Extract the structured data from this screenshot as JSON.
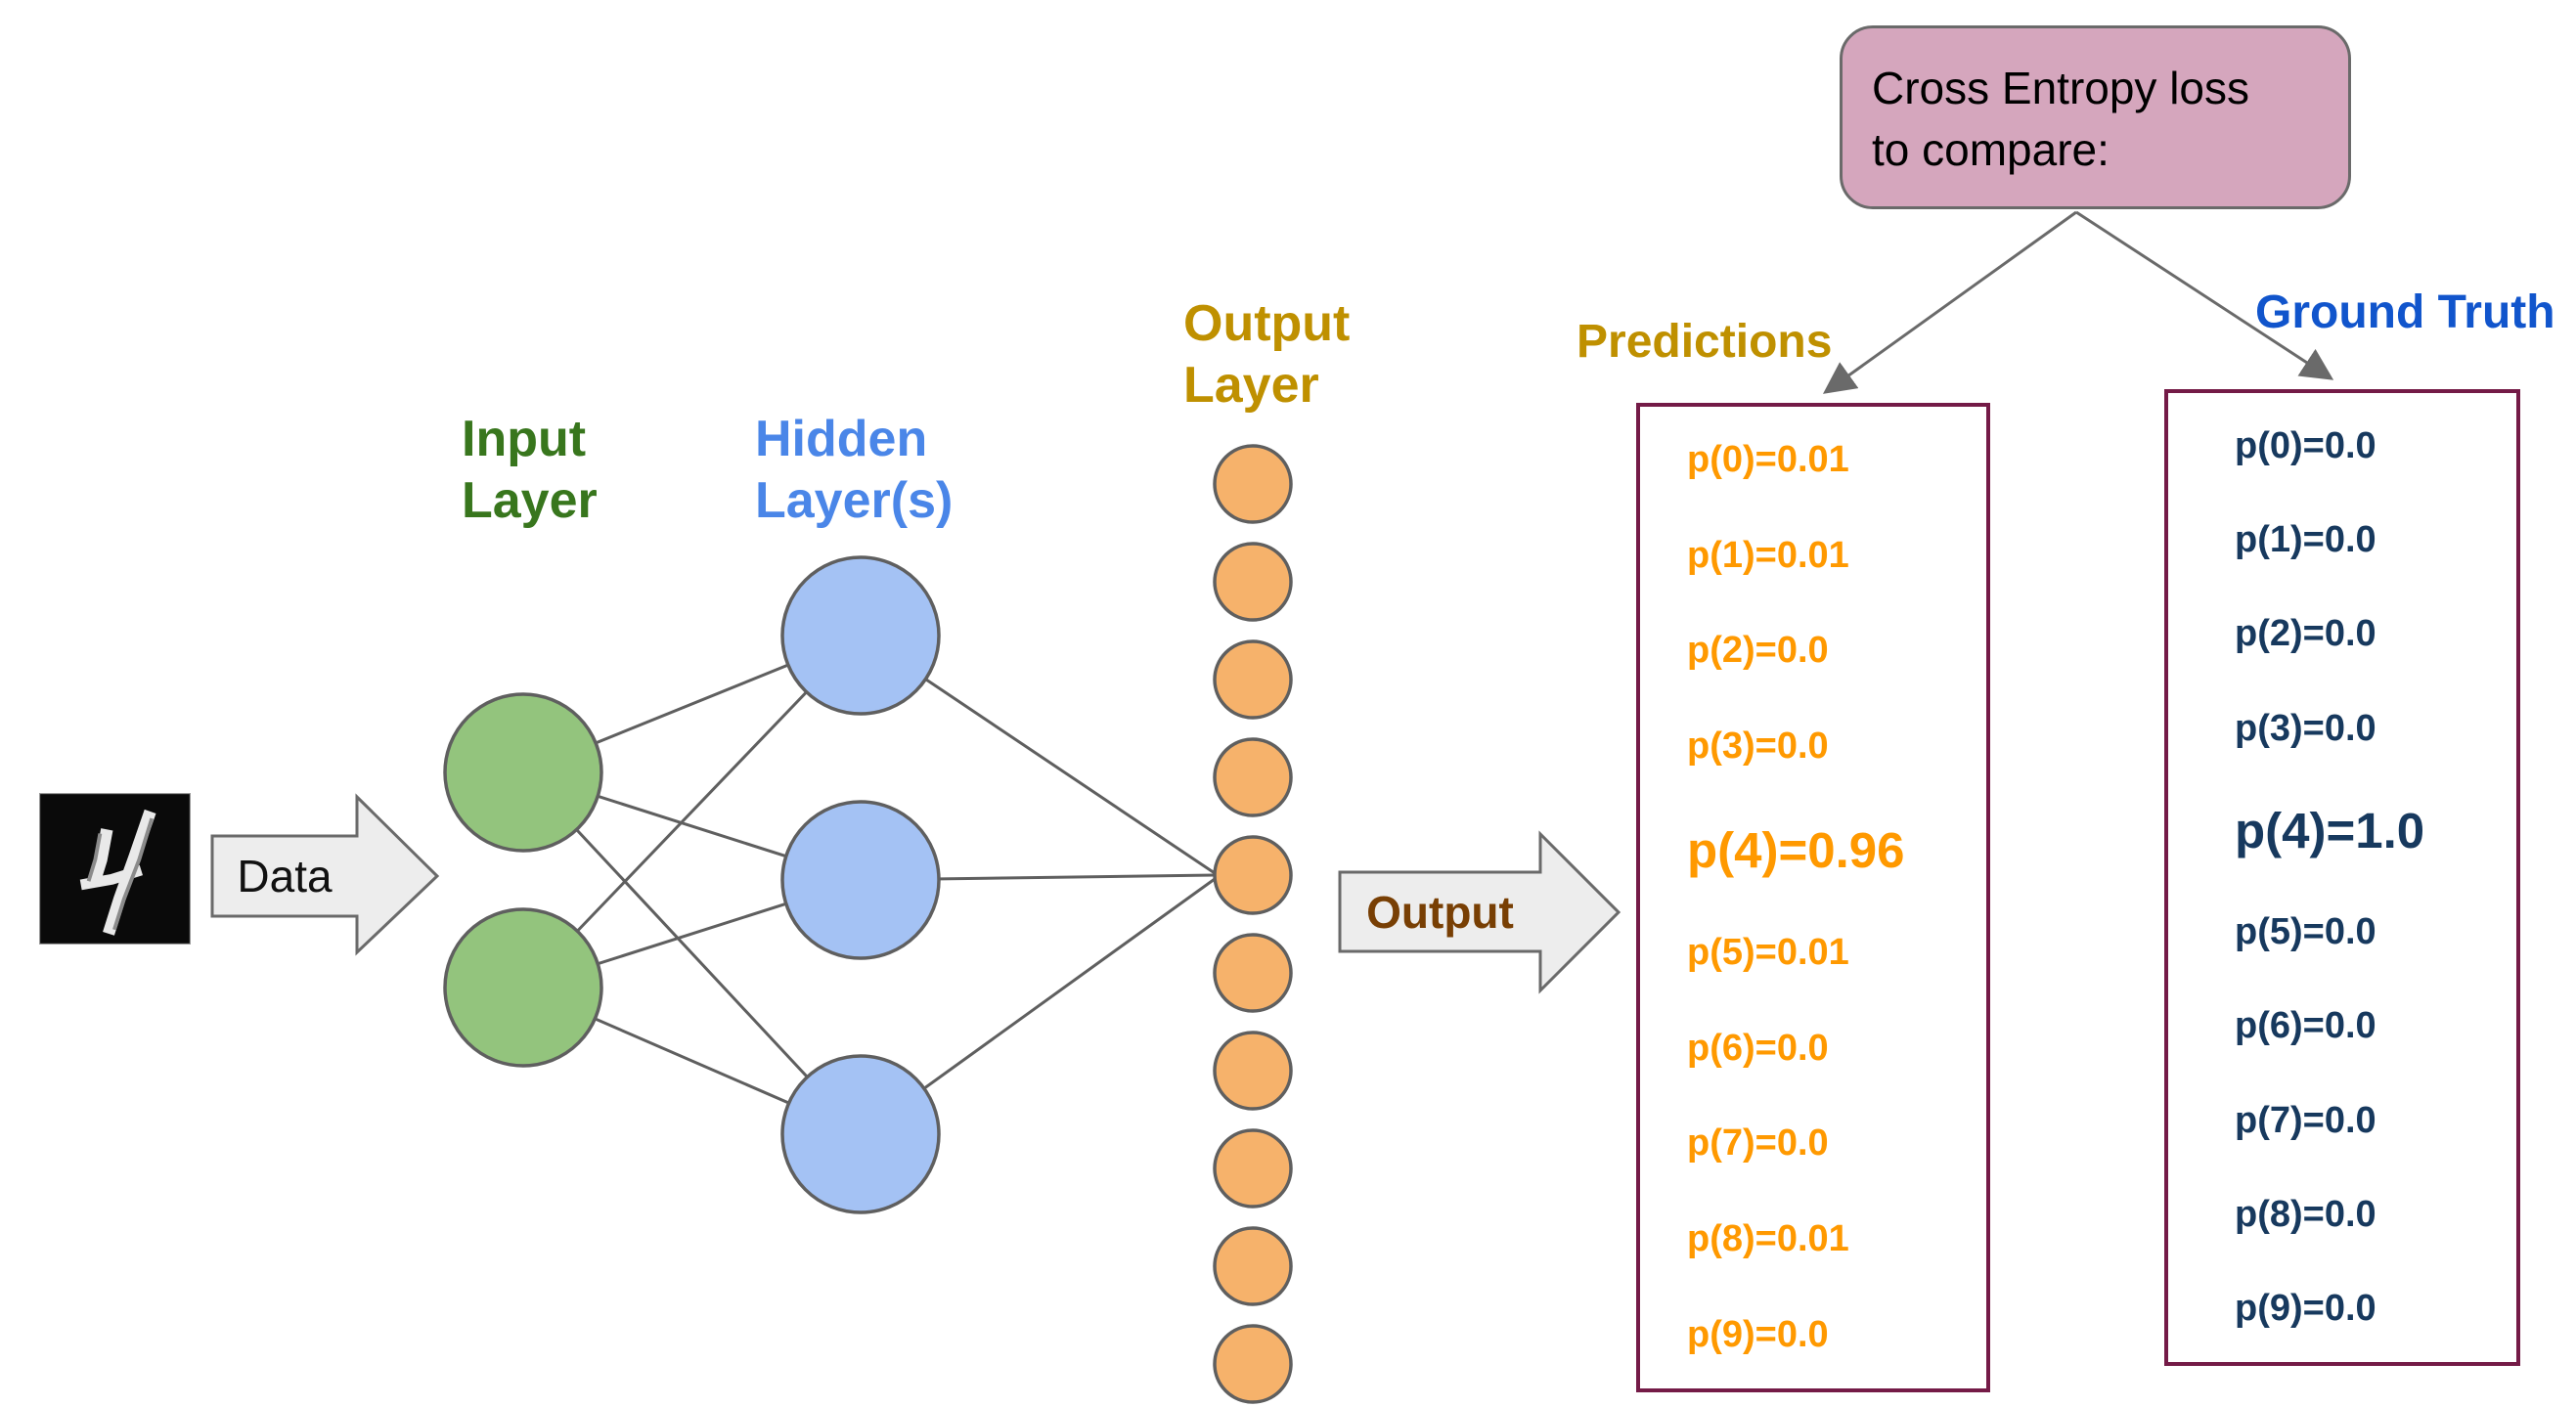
{
  "colors": {
    "green_fill": "#93c47d",
    "blue_fill": "#a4c2f4",
    "orange_fill": "#f6b26b",
    "node_stroke": "#5f5f5f",
    "line": "#5f5f5f",
    "green_text": "#38761d",
    "blue_text": "#4a86e8",
    "gold_text": "#bf9000",
    "orange_text": "#ff9900",
    "navy_text": "#17395e",
    "gt_title": "#1155cc",
    "maroon": "#741b47",
    "pink": "#d5a6bd",
    "brown": "#783f04",
    "arrow_fill": "#ededed",
    "arrow_stroke": "#6a6a6a"
  },
  "input_image": {
    "description": "handwritten digit 4 (MNIST-style, white on black)"
  },
  "labels": {
    "data_arrow": "Data",
    "output_arrow": "Output",
    "input_layer": "Input\nLayer",
    "hidden_layer": "Hidden\nLayer(s)",
    "output_layer": "Output\nLayer"
  },
  "loss_box": {
    "text": "Cross Entropy loss\nto compare:"
  },
  "network": {
    "input_nodes": 2,
    "hidden_nodes": 3,
    "output_nodes": 10,
    "predicted_class_index": 4
  },
  "predictions": {
    "title": "Predictions",
    "values": [
      "p(0)=0.01",
      "p(1)=0.01",
      "p(2)=0.0",
      "p(3)=0.0",
      "p(4)=0.96",
      "p(5)=0.01",
      "p(6)=0.0",
      "p(7)=0.0",
      "p(8)=0.01",
      "p(9)=0.0"
    ],
    "highlight_index": 4
  },
  "ground_truth": {
    "title": "Ground Truth",
    "values": [
      "p(0)=0.0",
      "p(1)=0.0",
      "p(2)=0.0",
      "p(3)=0.0",
      "p(4)=1.0",
      "p(5)=0.0",
      "p(6)=0.0",
      "p(7)=0.0",
      "p(8)=0.0",
      "p(9)=0.0"
    ],
    "highlight_index": 4
  }
}
